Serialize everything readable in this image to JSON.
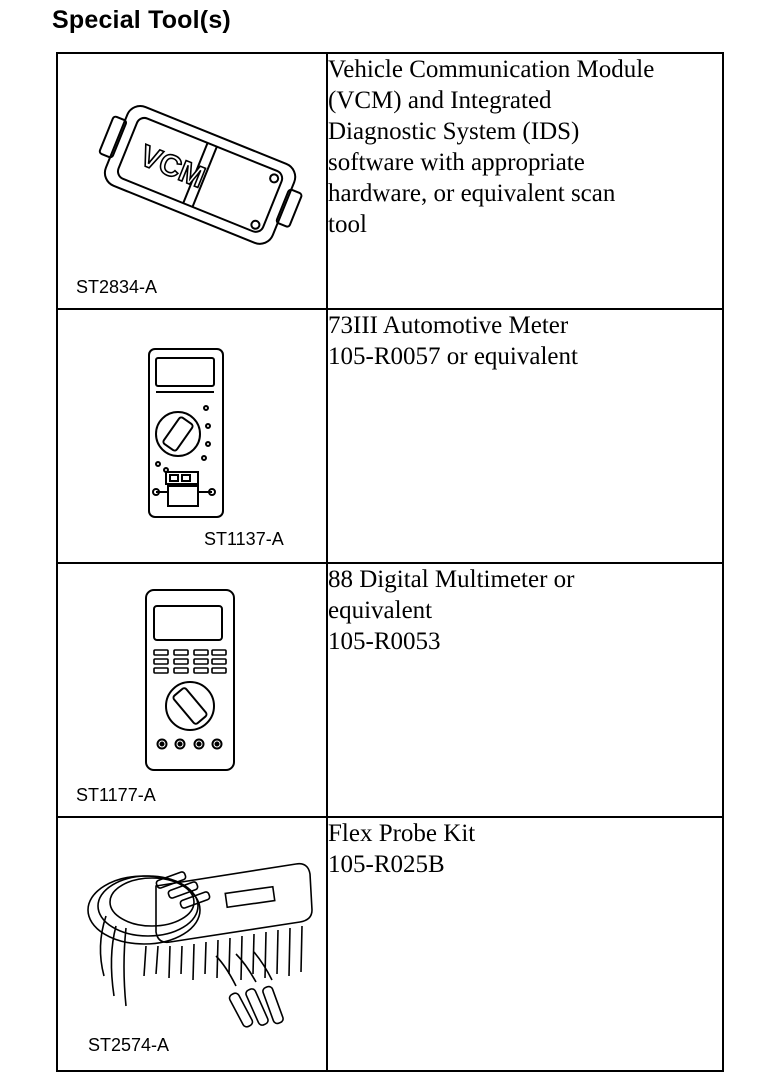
{
  "section": {
    "title": "Special Tool(s)"
  },
  "tools": [
    {
      "illustration_code": "ST2834-A",
      "icon": "vcm-module-icon",
      "description": "Vehicle Communication Module\n(VCM) and Integrated\nDiagnostic System (IDS)\nsoftware with appropriate\nhardware, or equivalent scan\ntool",
      "device_label": "VCM"
    },
    {
      "illustration_code": "ST1137-A",
      "icon": "automotive-meter-icon",
      "description": "73III Automotive Meter\n105-R0057 or equivalent"
    },
    {
      "illustration_code": "ST1177-A",
      "icon": "digital-multimeter-icon",
      "description": "88 Digital Multimeter or\nequivalent\n105-R0053"
    },
    {
      "illustration_code": "ST2574-A",
      "icon": "flex-probe-kit-icon",
      "description": "Flex Probe Kit\n105-R025B"
    }
  ]
}
